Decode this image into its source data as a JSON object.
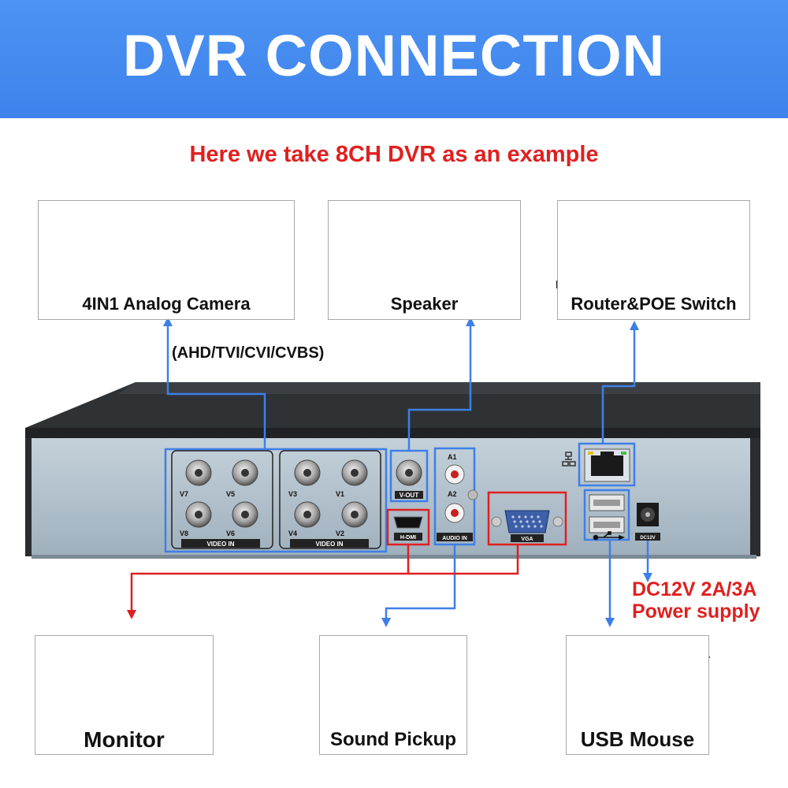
{
  "banner": {
    "title": "DVR CONNECTION"
  },
  "subtitle": "Here we take 8CH DVR as an example",
  "devices": {
    "camera": "4IN1 Analog Camera",
    "speaker": "Speaker",
    "router": "Router&POE Switch",
    "monitor": "Monitor",
    "pickup": "Sound Pickup",
    "mouse": "USB Mouse"
  },
  "signal_types": "(AHD/TVI/CVI/CVBS)",
  "power": {
    "line1": "DC12V 2A/3A",
    "line2": "Power supply"
  },
  "ports": {
    "channels_left": [
      "V7",
      "V5",
      "V8",
      "V6"
    ],
    "channels_right": [
      "V3",
      "V1",
      "V4",
      "V2"
    ],
    "video_in": "VIDEO IN",
    "v_out": "V-OUT",
    "a1": "A1",
    "a2": "A2",
    "audio_in": "AUDIO IN",
    "hdmi": "H-DMI",
    "vga": "VGA",
    "dc": "DC12V"
  },
  "colors": {
    "banner": "#4d93f3",
    "accent_red": "#e02020",
    "line_blue": "#3e7fe6",
    "line_red": "#e02020"
  }
}
